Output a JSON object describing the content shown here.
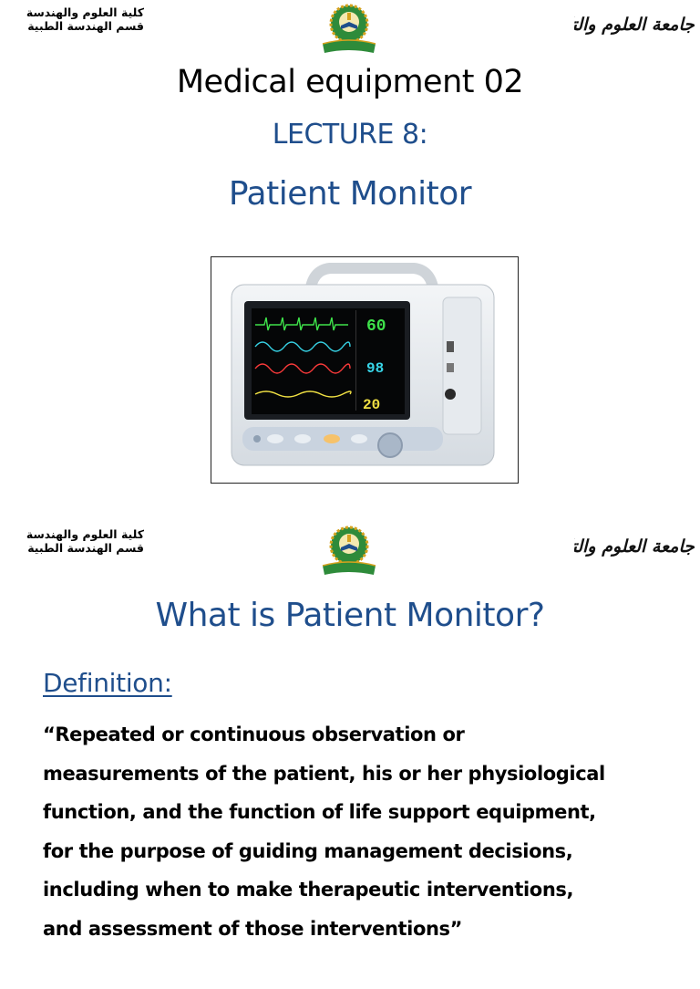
{
  "header": {
    "college_line1": "كلية العلوم والهندسة",
    "college_line2": "قسم الهندسة الطبية",
    "university_calligraphy": "جامعة العلوم والتكنولوجيا"
  },
  "slide1": {
    "course_title": "Medical equipment 02",
    "lecture_label": "LECTURE 8:",
    "topic_title": "Patient Monitor",
    "monitor_readouts": [
      "60",
      "98",
      "20"
    ]
  },
  "slide2": {
    "title": "What is Patient Monitor?",
    "subheading": "Definition:",
    "definition_lines": [
      "“Repeated or continuous observation or",
      "measurements of the patient, his or her physiological",
      "function, and the function of life support equipment,",
      "for the purpose of guiding management decisions,",
      "including when to make therapeutic interventions,",
      "and assessment of those interventions”"
    ]
  },
  "colors": {
    "heading_blue": "#1f4e8c",
    "logo_green": "#2e8b3a",
    "logo_gold": "#d6a21e"
  },
  "icons": [
    "university-logo-icon",
    "patient-monitor-image"
  ]
}
